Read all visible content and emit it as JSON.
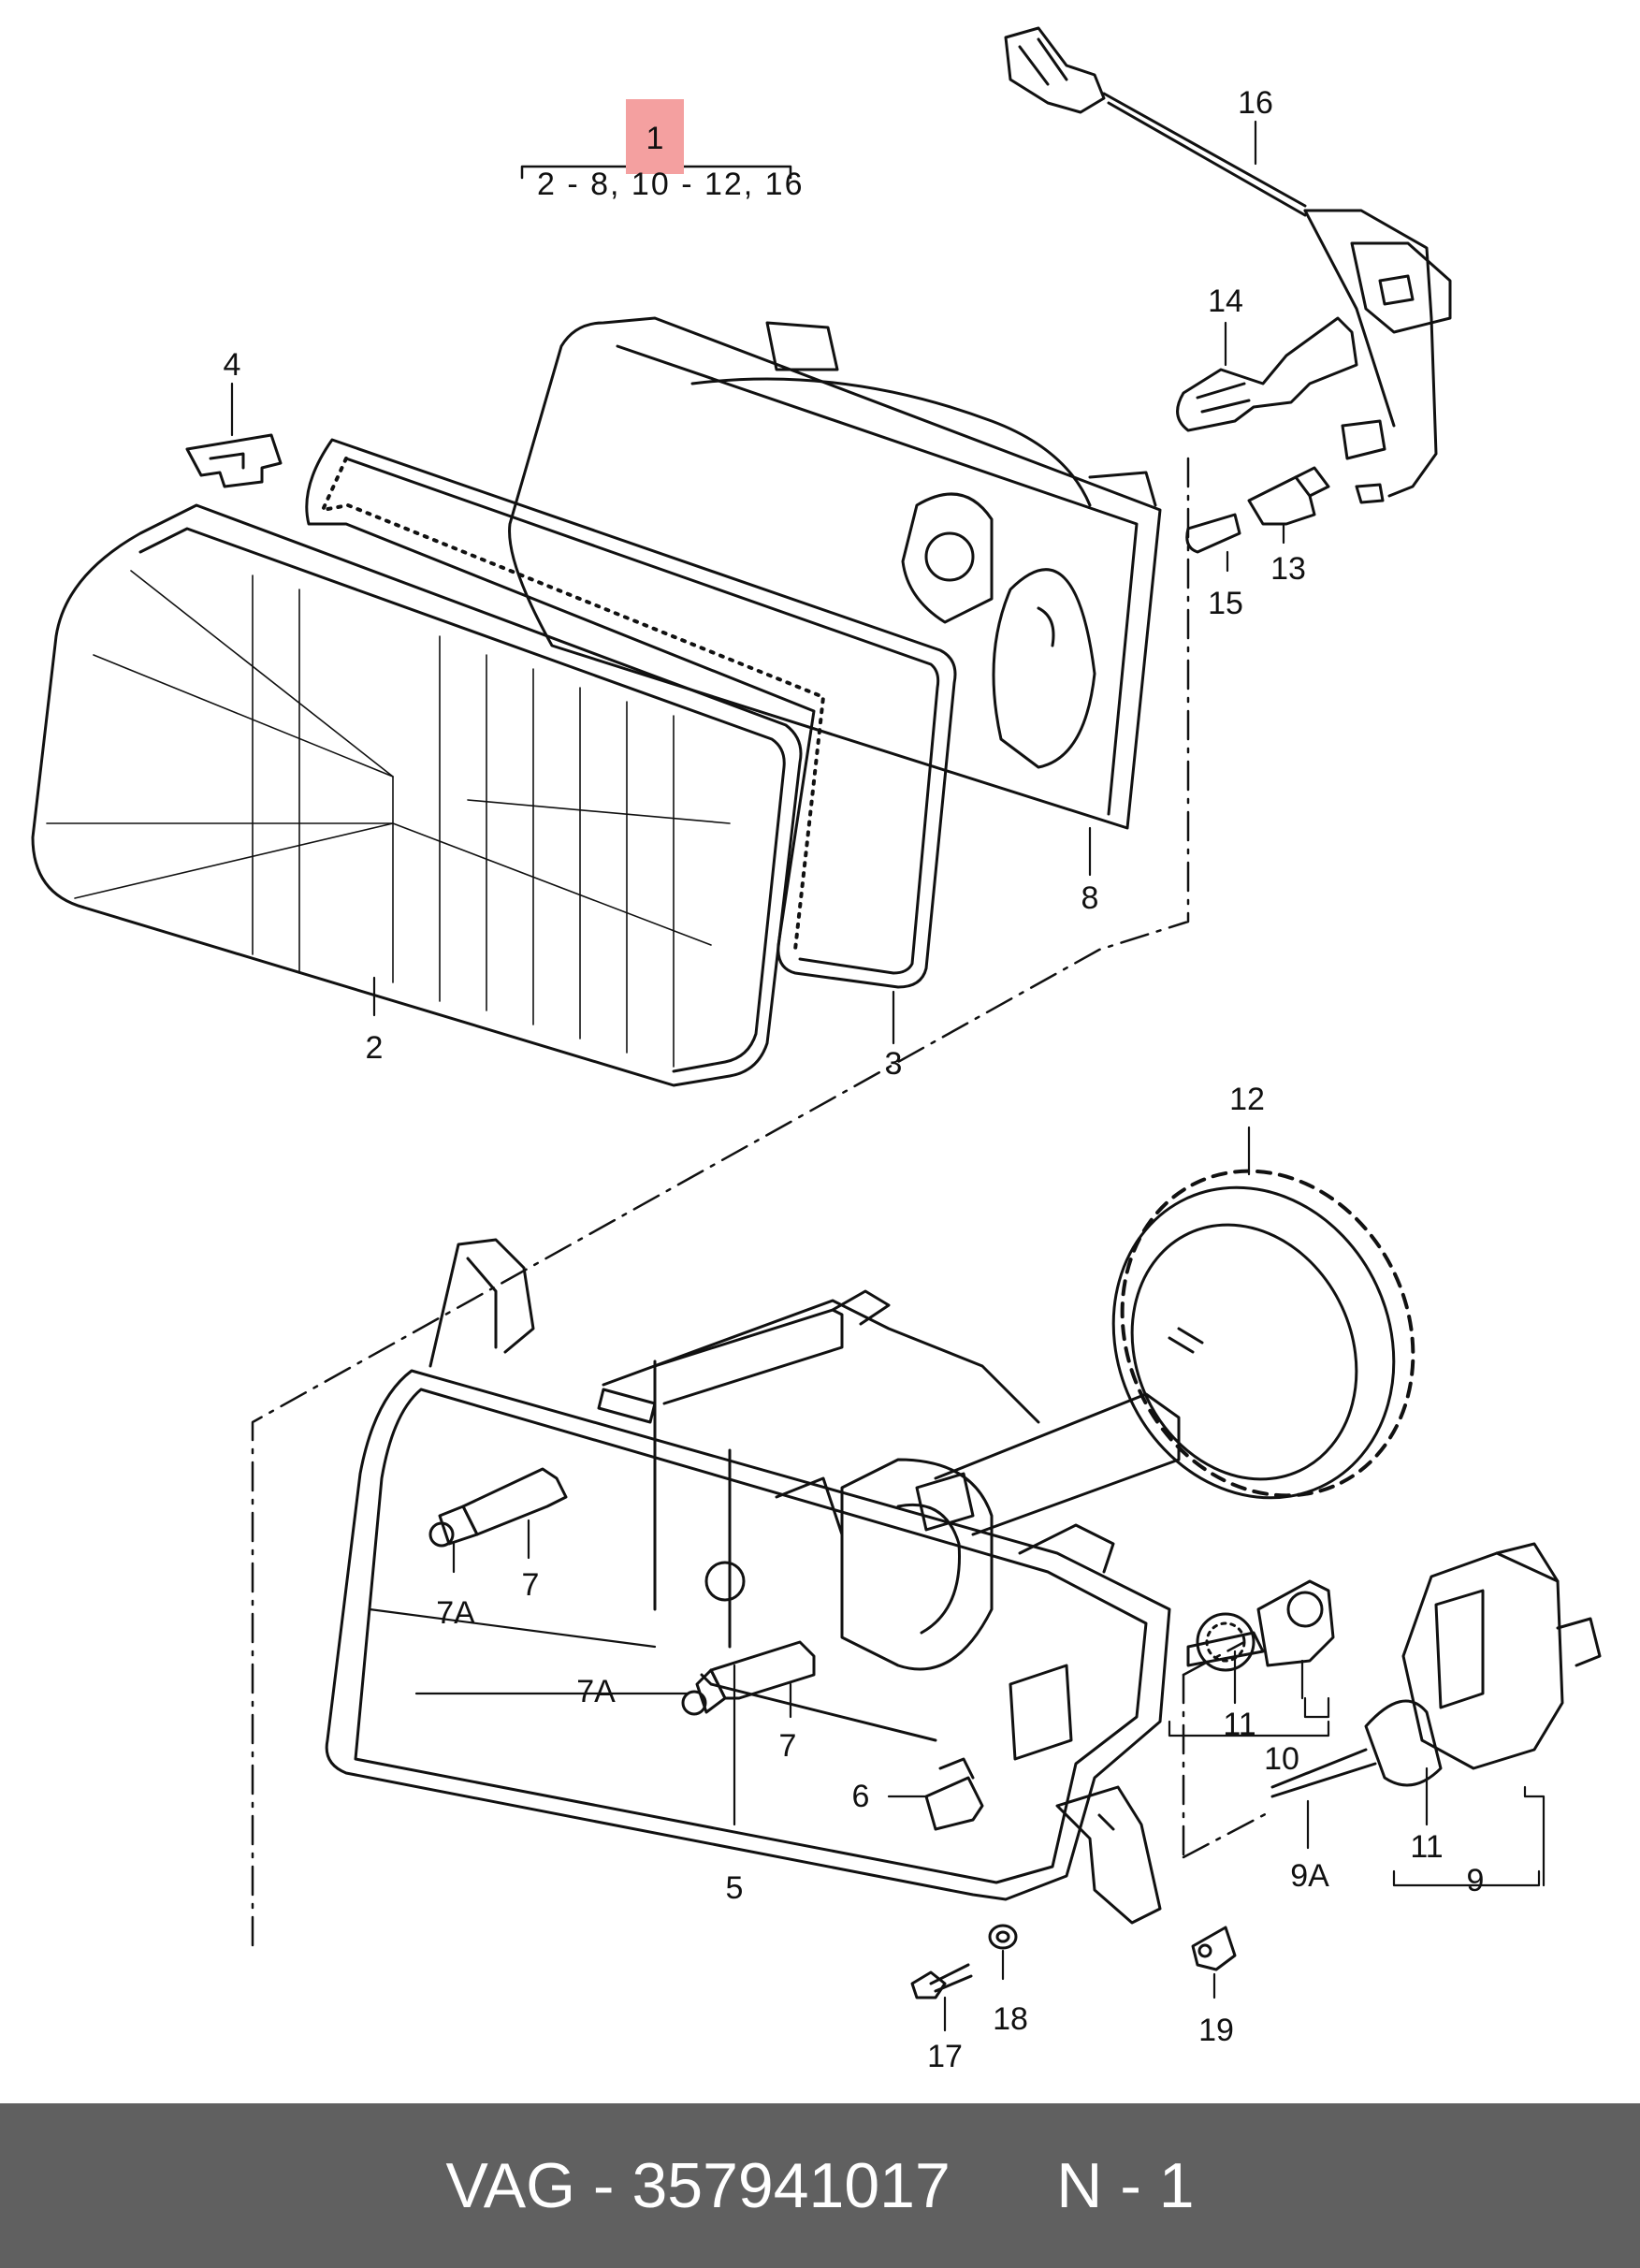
{
  "group": {
    "assembly_number": "1",
    "includes": "2 - 8,  10 - 12,  16"
  },
  "callouts": [
    "2",
    "3",
    "4",
    "5",
    "6",
    "7",
    "7",
    "7A",
    "7A",
    "8",
    "9",
    "9A",
    "10",
    "11",
    "11",
    "12",
    "13",
    "14",
    "15",
    "16",
    "17",
    "18",
    "19"
  ],
  "colors": {
    "highlight": "#f4a0a0",
    "line": "#111111",
    "footer_bg": "#606060",
    "footer_text": "#ffffff"
  },
  "footer": {
    "brand": "VAG",
    "separator": " - ",
    "part_number": "357941017",
    "page": "N - 1"
  }
}
